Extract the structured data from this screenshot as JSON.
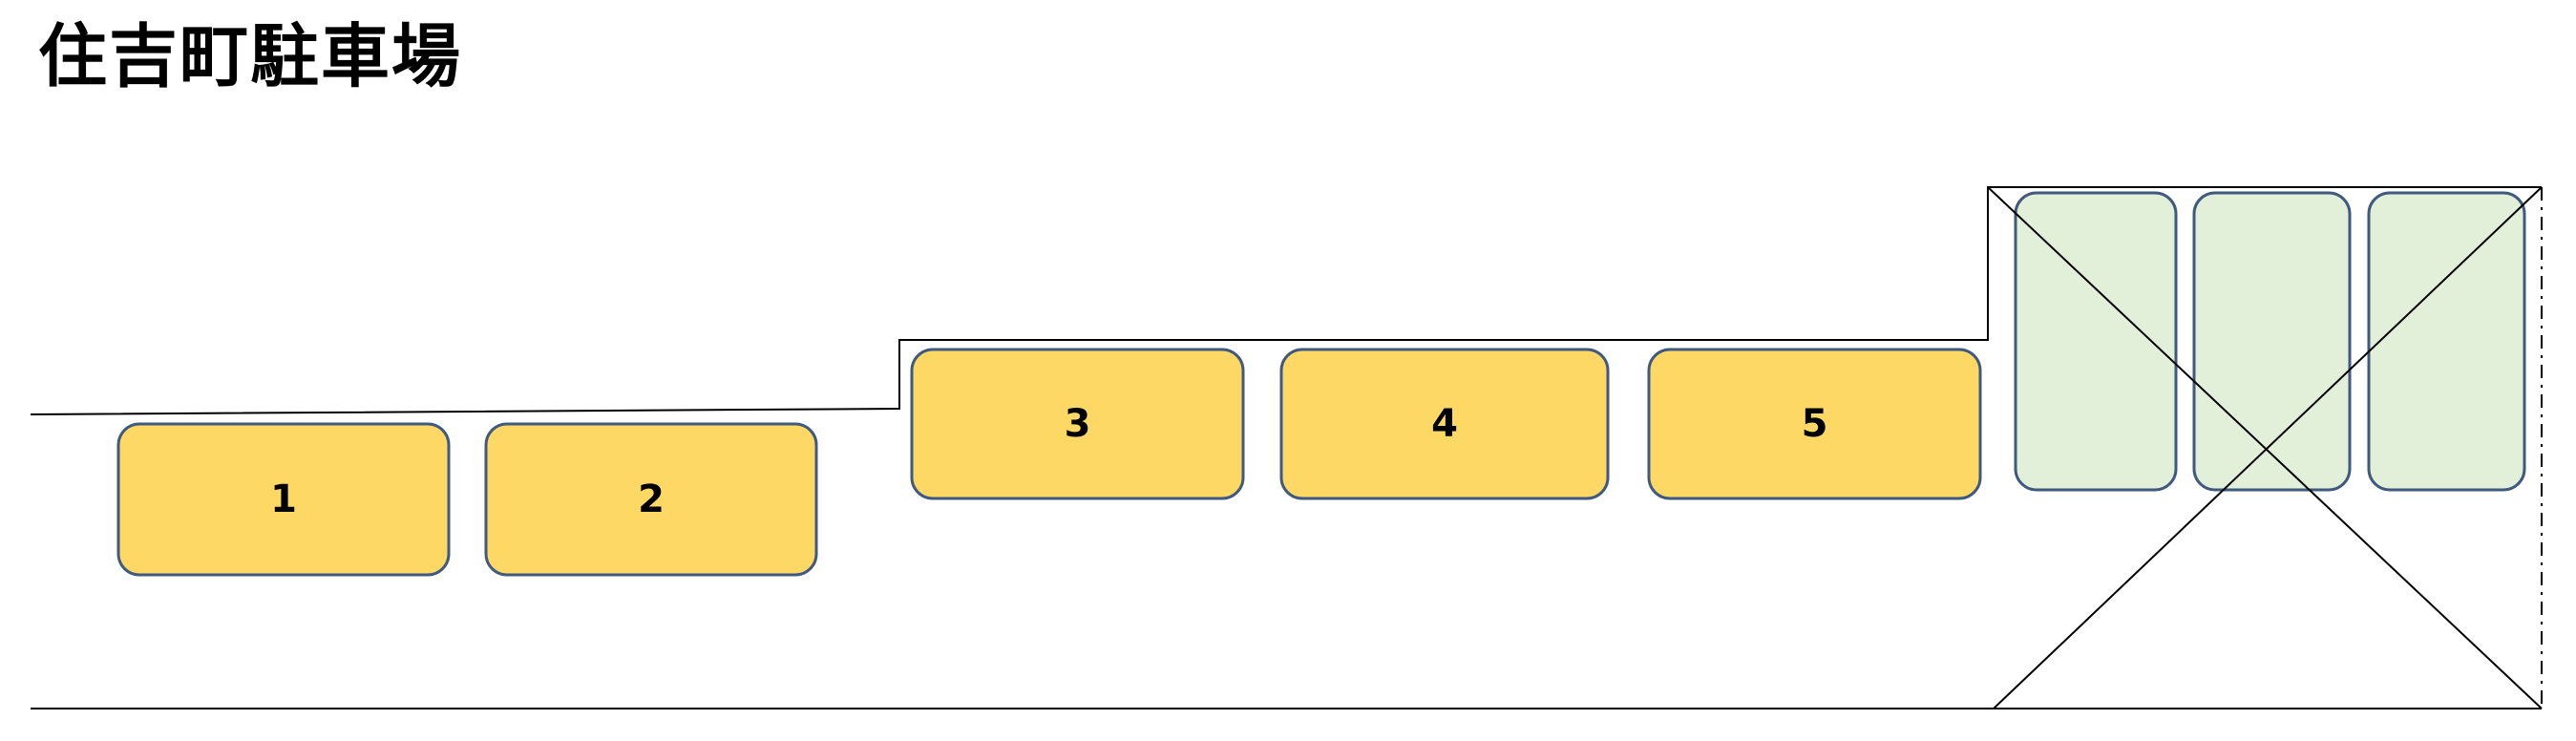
{
  "title": "住吉町駐車場",
  "spaces": [
    {
      "label": "1",
      "available": true
    },
    {
      "label": "2",
      "available": true
    },
    {
      "label": "3",
      "available": true
    },
    {
      "label": "4",
      "available": true
    },
    {
      "label": "5",
      "available": true
    }
  ],
  "unavailable_spaces": 3,
  "colors": {
    "available_fill": "#FDD865",
    "unavailable_fill": "#E2EFD9",
    "space_border": "#3F5A7E",
    "lines": "#000000"
  }
}
